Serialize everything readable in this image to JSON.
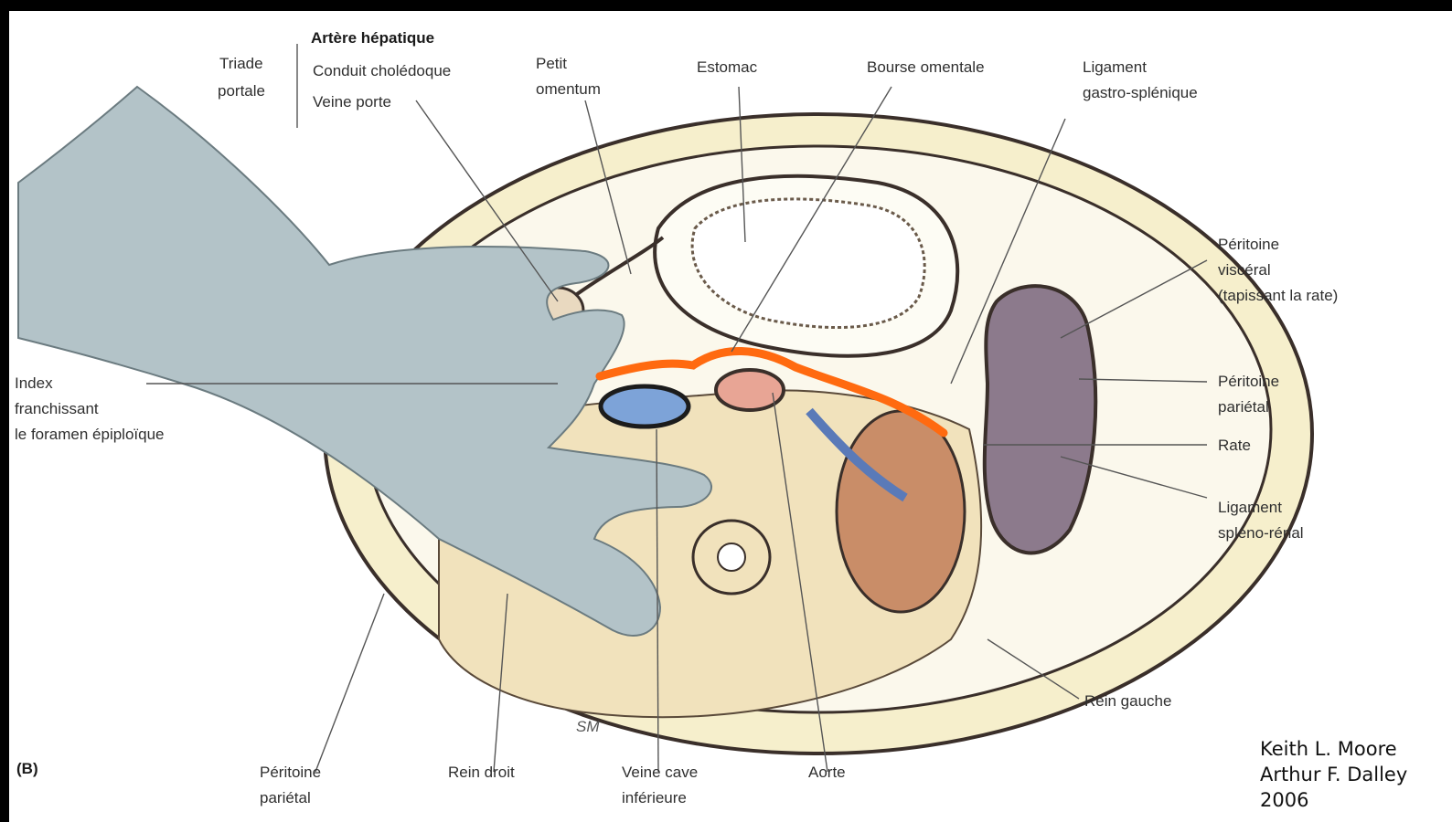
{
  "figure_marker": "(B)",
  "triade": {
    "title_line1": "Triade",
    "title_line2": "portale",
    "artery": "Artère hépatique",
    "duct": "Conduit cholédoque",
    "vein": "Veine porte"
  },
  "labels": {
    "petit_omentum_1": "Petit",
    "petit_omentum_2": "omentum",
    "estomac": "Estomac",
    "bourse_omentale": "Bourse omentale",
    "lig_gastro_1": "Ligament",
    "lig_gastro_2": "gastro-splénique",
    "perit_visceral_1": "Péritoine",
    "perit_visceral_2": "viscéral",
    "perit_visceral_3": "(tapissant la rate)",
    "perit_parietal_r_1": "Péritoine",
    "perit_parietal_r_2": "pariétal",
    "rate": "Rate",
    "lig_spleno_1": "Ligament",
    "lig_spleno_2": "spléno-rénal",
    "rein_gauche": "Rein gauche",
    "index_1": "Index",
    "index_2": "franchissant",
    "index_3": "le foramen épiploïque",
    "perit_parietal_b_1": "Péritoine",
    "perit_parietal_b_2": "pariétal",
    "rein_droit": "Rein droit",
    "vci_1": "Veine cave",
    "vci_2": "inférieure",
    "aorte": "Aorte",
    "signature": "SM"
  },
  "credit": {
    "line1": "Keith L. Moore",
    "line2": "Arthur F. Dalley",
    "line3": "2006"
  },
  "colors": {
    "highlight": "#ff6a10",
    "wall": "#f6efcc",
    "tissue": "#f1e2bc",
    "glove": "#b3c3c8",
    "vein": "#7da3d8",
    "aorta": "#e8a595",
    "spleen": "#8c7a8c",
    "kidney": "#c98d68",
    "stroke": "#3a2f2a"
  }
}
